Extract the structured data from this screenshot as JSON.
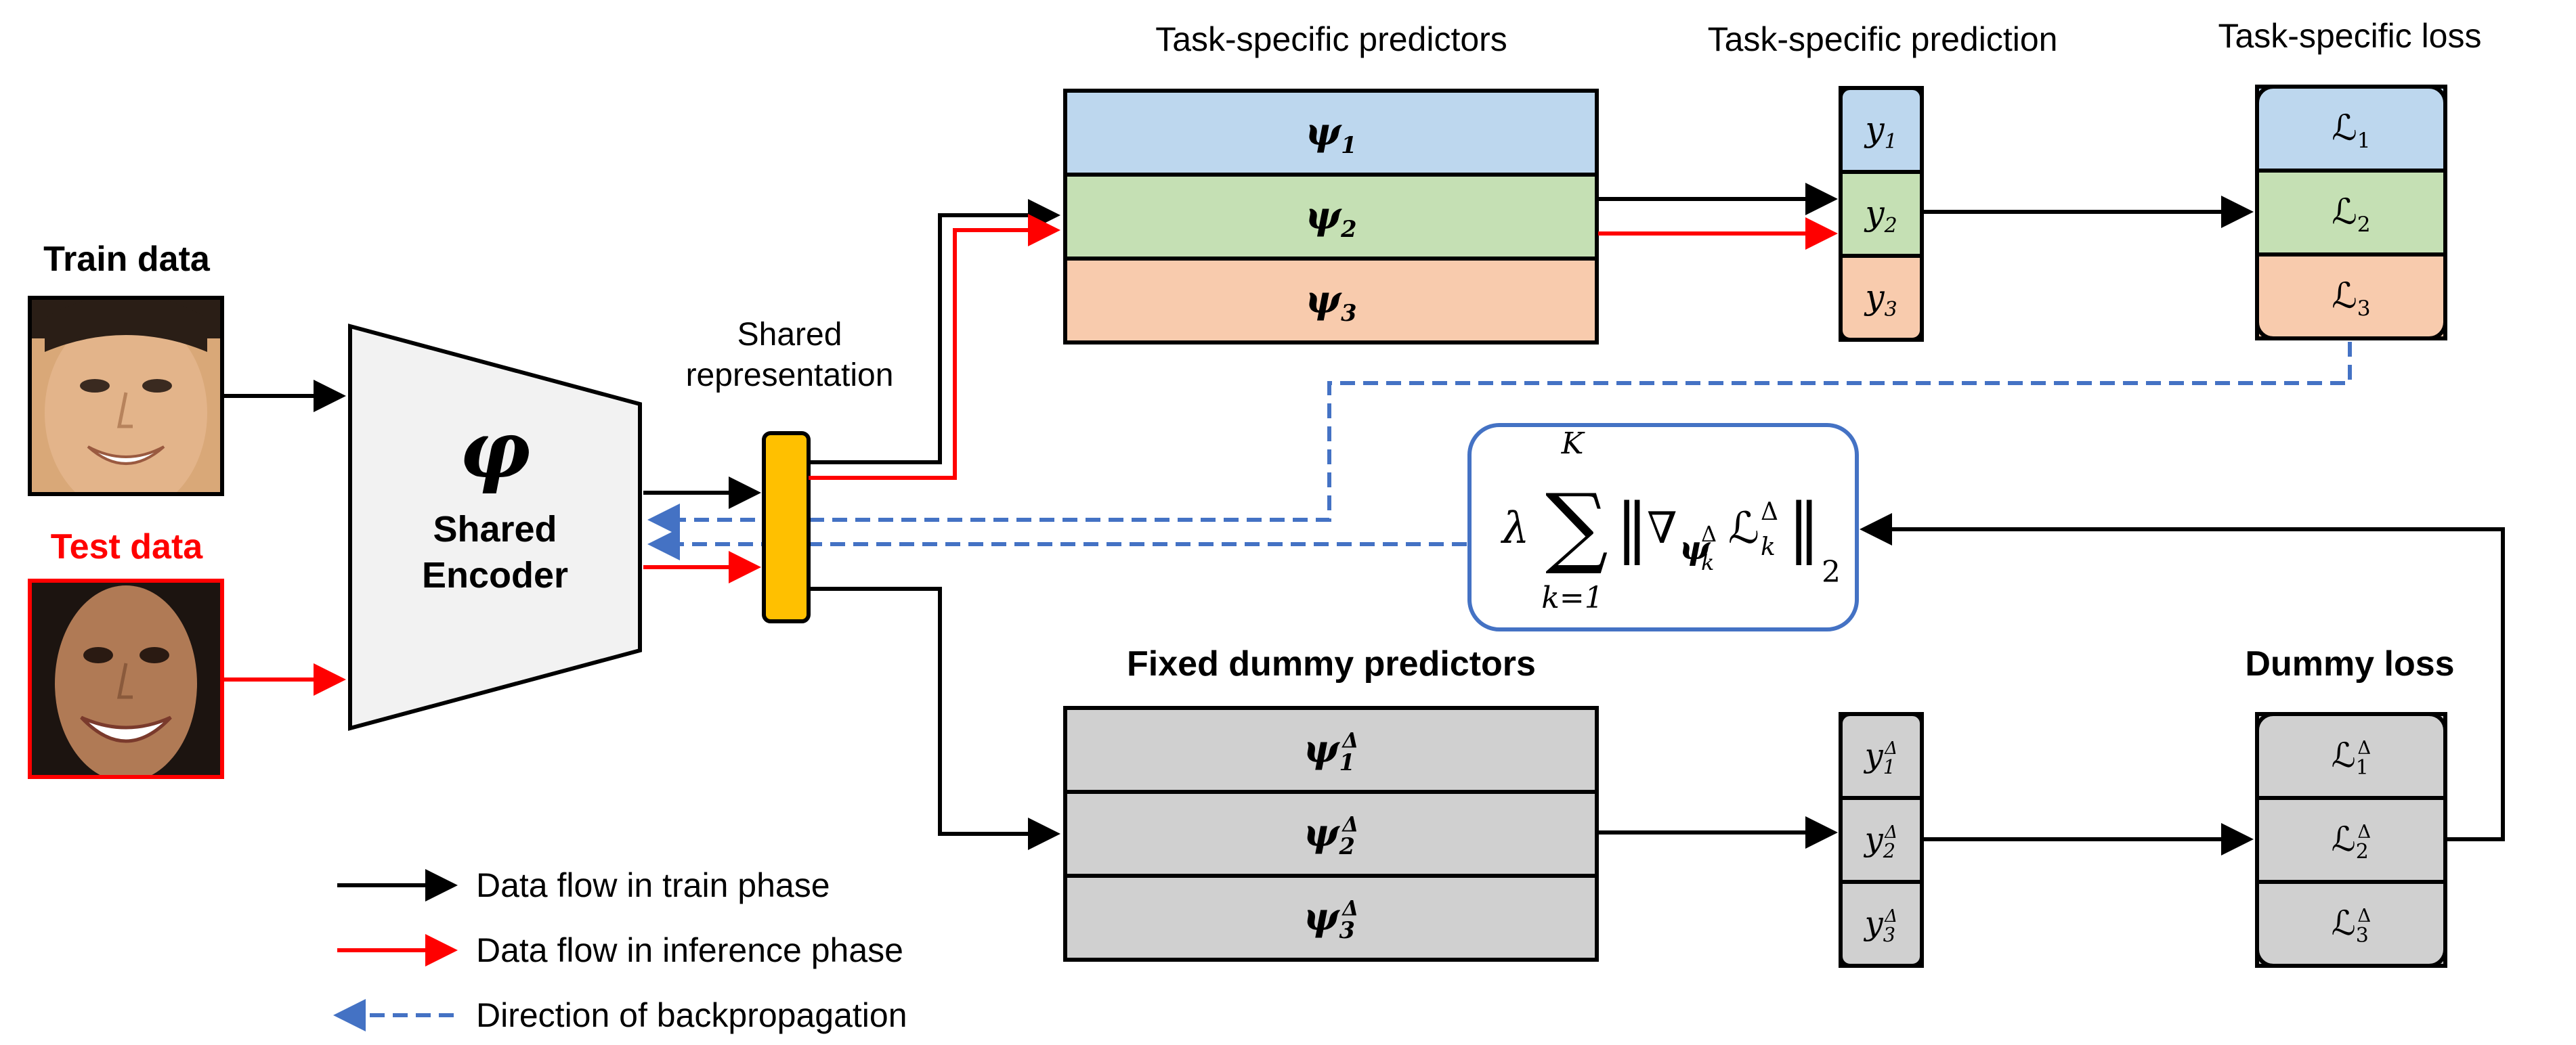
{
  "labels": {
    "train_data": "Train data",
    "test_data": "Test data",
    "shared_representation_line1": "Shared",
    "shared_representation_line2": "representation",
    "encoder_symbol": "φ",
    "encoder_line1": "Shared",
    "encoder_line2": "Encoder",
    "task_predictors_title": "Task-specific predictors",
    "task_prediction_title": "Task-specific prediction",
    "task_loss_title": "Task-specific loss",
    "dummy_predictors_title": "Fixed dummy predictors",
    "dummy_loss_title": "Dummy loss"
  },
  "task_predictors": [
    {
      "symbol": "ψ",
      "sub": "1",
      "color": "#bdd7ee"
    },
    {
      "symbol": "ψ",
      "sub": "2",
      "color": "#c5e0b4"
    },
    {
      "symbol": "ψ",
      "sub": "3",
      "color": "#f8cbad"
    }
  ],
  "task_predictions": [
    {
      "symbol": "y",
      "sub": "1",
      "color": "#bdd7ee"
    },
    {
      "symbol": "y",
      "sub": "2",
      "color": "#c5e0b4"
    },
    {
      "symbol": "y",
      "sub": "3",
      "color": "#f8cbad"
    }
  ],
  "task_losses": [
    {
      "symbol": "ℒ",
      "sub": "1",
      "color": "#bdd7ee"
    },
    {
      "symbol": "ℒ",
      "sub": "2",
      "color": "#c5e0b4"
    },
    {
      "symbol": "ℒ",
      "sub": "3",
      "color": "#f8cbad"
    }
  ],
  "dummy_predictors": [
    {
      "symbol": "ψ",
      "sub": "1",
      "sup": "Δ"
    },
    {
      "symbol": "ψ",
      "sub": "2",
      "sup": "Δ"
    },
    {
      "symbol": "ψ",
      "sub": "3",
      "sup": "Δ"
    }
  ],
  "dummy_predictions": [
    {
      "symbol": "y",
      "sub": "1",
      "sup": "Δ"
    },
    {
      "symbol": "y",
      "sub": "2",
      "sup": "Δ"
    },
    {
      "symbol": "y",
      "sub": "3",
      "sup": "Δ"
    }
  ],
  "dummy_losses": [
    {
      "symbol": "ℒ",
      "sub": "1",
      "sup": "Δ"
    },
    {
      "symbol": "ℒ",
      "sub": "2",
      "sup": "Δ"
    },
    {
      "symbol": "ℒ",
      "sub": "3",
      "sup": "Δ"
    }
  ],
  "formula": {
    "lambda": "λ",
    "sum": "∑",
    "upper": "K",
    "lower": "k=1",
    "norm_open": "‖",
    "nabla": "∇",
    "psi": "ψ",
    "psi_sup": "Δ",
    "psi_sub": "k",
    "loss": "ℒ",
    "loss_sup": "Δ",
    "loss_sub": "k",
    "norm_close": "‖",
    "norm_sub": "2"
  },
  "legend": [
    {
      "text": "Data flow in train phase",
      "color": "#000000",
      "style": "solid"
    },
    {
      "text": "Data flow in inference phase",
      "color": "#ff0000",
      "style": "solid"
    },
    {
      "text": "Direction of backpropagation",
      "color": "#4472c4",
      "style": "dashed"
    }
  ],
  "colors": {
    "train": "#000000",
    "inference": "#ff0000",
    "backprop": "#4472c4",
    "representation": "#ffc000",
    "encoder": "#f2f2f2",
    "dummy": "#d0d0d0",
    "test_label": "#ff0000"
  }
}
